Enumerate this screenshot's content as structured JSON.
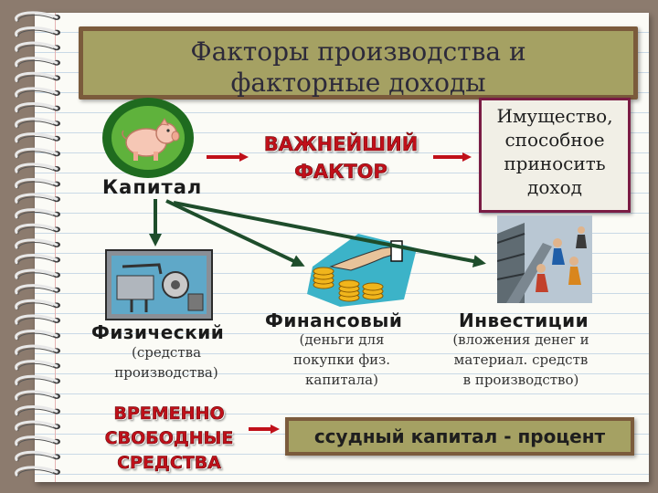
{
  "title": {
    "line1": "Факторы производства и",
    "line2": "факторные доходы"
  },
  "capital": {
    "label": "Капитал",
    "icon": "pig-icon"
  },
  "main_factor": {
    "line1": "ВАЖНЕЙШИЙ",
    "line2": "ФАКТОР"
  },
  "definition": {
    "line1": "Имущество,",
    "line2": "способное",
    "line3": "приносить",
    "line4": "доход"
  },
  "categories": [
    {
      "title": "Физический",
      "desc1": "(средства",
      "desc2": "производства)",
      "icon": "machinery-icon"
    },
    {
      "title": "Финансовый",
      "desc1": "(деньги для",
      "desc2": "покупки физ.",
      "desc3": "капитала)",
      "icon": "money-coins-icon"
    },
    {
      "title": "Инвестиции",
      "desc1": "(вложения денег и",
      "desc2": "материал. средств",
      "desc3": "в производство)",
      "icon": "investment-people-icon"
    }
  ],
  "temporary_funds": {
    "line1": "ВРЕМЕННО",
    "line2": "СВОБОДНЫЕ",
    "line3": "СРЕДСТВА"
  },
  "loan_capital": {
    "label": "ссудный капитал - процент"
  },
  "colors": {
    "accent_red": "#c0101a",
    "arrow_green": "#1e4d2b",
    "olive_box": "#a5a163",
    "frame_brown": "#7b5b3c",
    "definition_border": "#7a1c44"
  }
}
